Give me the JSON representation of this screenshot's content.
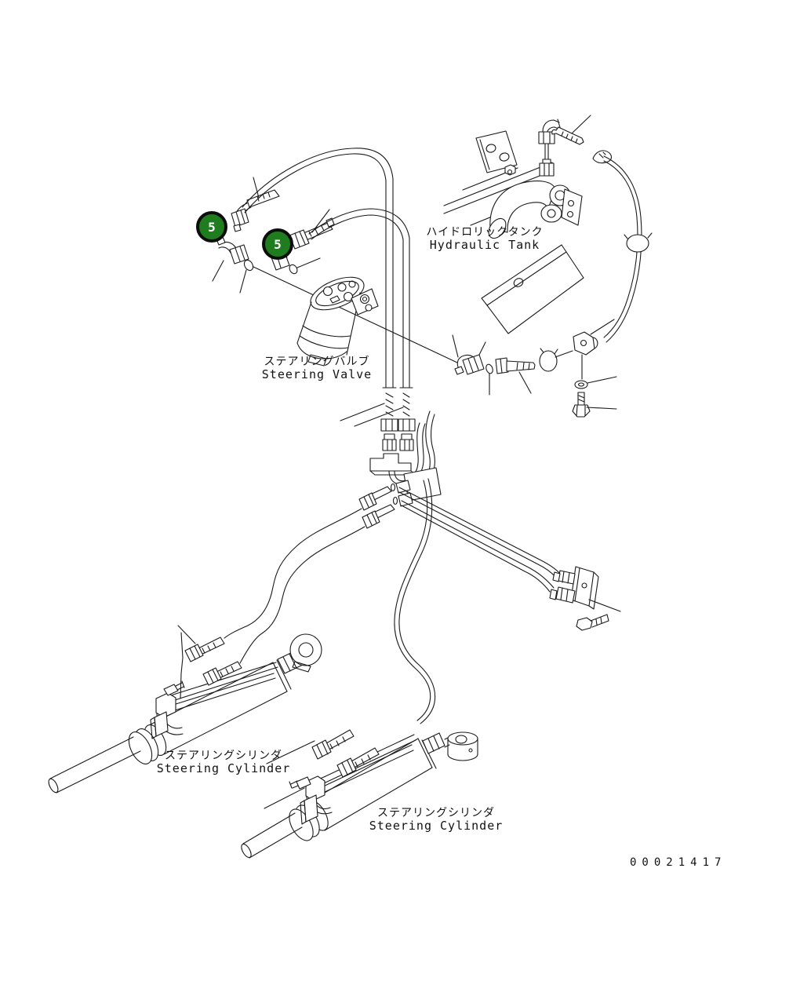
{
  "drawing": {
    "number": "00021417",
    "balloon_color": "#1f7d1f",
    "balloons": [
      {
        "label": "5"
      },
      {
        "label": "5"
      }
    ],
    "labels": {
      "hydraulic_tank": {
        "jp": "ハイドロリックタンク",
        "en": "Hydraulic Tank"
      },
      "steering_valve": {
        "jp": "ステアリングバルブ",
        "en": "Steering Valve"
      },
      "steering_cylinder_left": {
        "jp": "ステアリングシリンダ",
        "en": "Steering Cylinder"
      },
      "steering_cylinder_right": {
        "jp": "ステアリングシリンダ",
        "en": "Steering Cylinder"
      }
    }
  }
}
